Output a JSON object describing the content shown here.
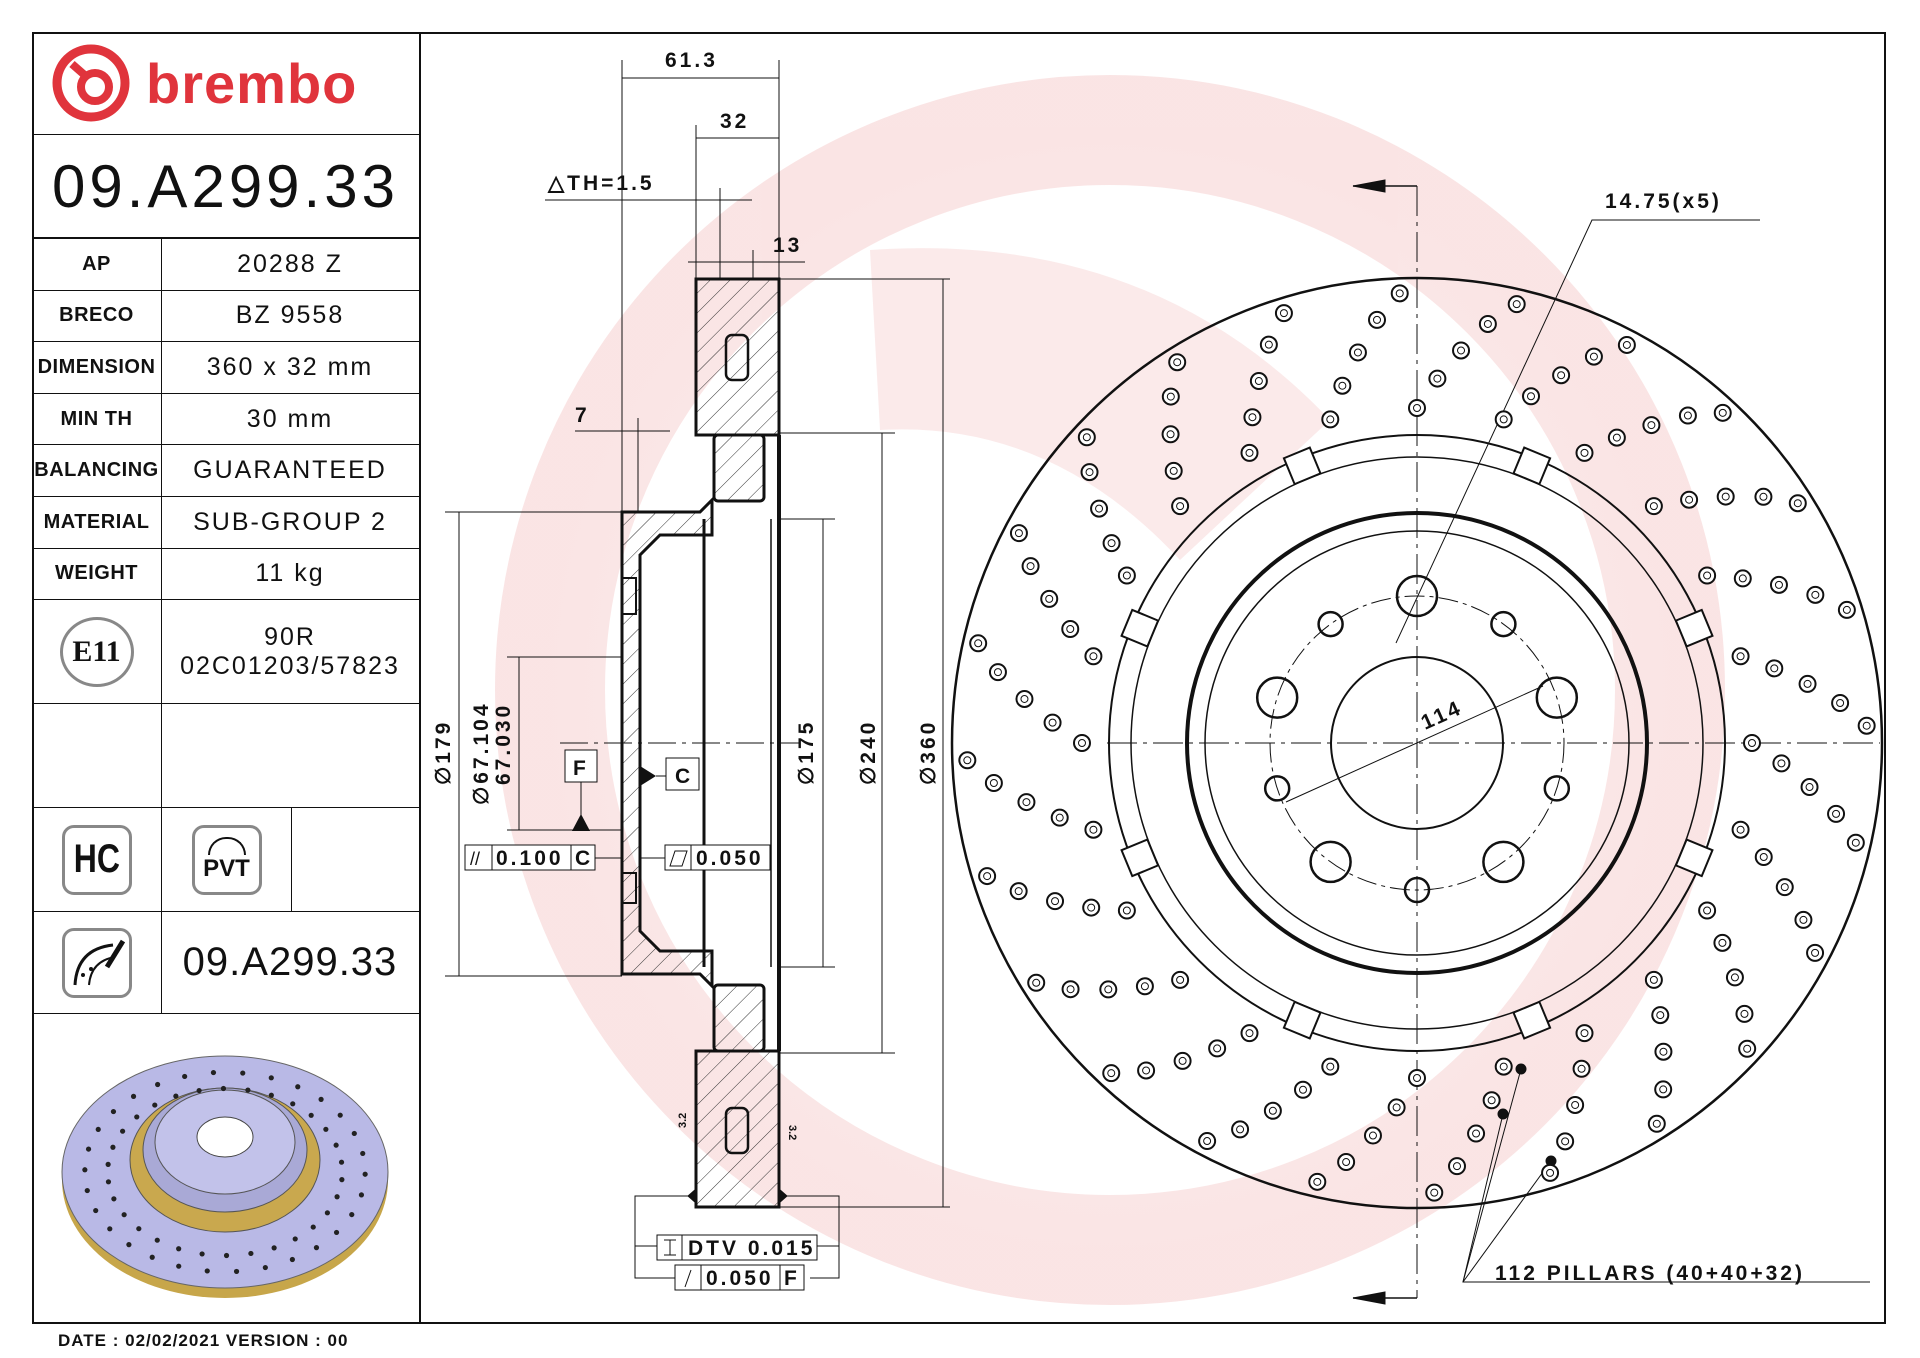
{
  "brand": {
    "name": "brembo",
    "color": "#e0343c"
  },
  "title": {
    "part_number": "09.A299.33"
  },
  "specs": [
    {
      "label": "AP",
      "value": "20288 Z"
    },
    {
      "label": "BRECO",
      "value": "BZ 9558"
    },
    {
      "label": "DIMENSION",
      "value": "360 x 32 mm"
    },
    {
      "label": "MIN TH",
      "value": "30 mm"
    },
    {
      "label": "BALANCING",
      "value": "GUARANTEED"
    },
    {
      "label": "MATERIAL",
      "value": "SUB-GROUP 2"
    },
    {
      "label": "WEIGHT",
      "value": "11 kg"
    }
  ],
  "homologation": {
    "mark": "E11",
    "line1": "90R",
    "line2": "02C01203/57823"
  },
  "badges": {
    "hc": "HC",
    "pvt": "PVT"
  },
  "marking": {
    "part_number": "09.A299.33"
  },
  "footer": {
    "text": "DATE : 02/02/2021 VERSION : 00"
  },
  "section": {
    "overall_width": "61.3",
    "thickness": "32",
    "delta_th": "△TH=1.5",
    "slot_offset": "13",
    "hat_wall": "7",
    "d179": "∅179",
    "d67_max": "∅67.104",
    "d67_min": "67.030",
    "d175": "∅175",
    "d240": "∅240",
    "d360": "∅360",
    "datum_f": "F",
    "datum_c": "C",
    "parallelism_value": "0.100",
    "parallelism_ref": "C",
    "flatness_value": "0.050",
    "roughness_left": "3.2",
    "roughness_right": "3.2",
    "dtv": "DTV 0.015",
    "runout_value": "0.050",
    "runout_ref": "F"
  },
  "front": {
    "hole_note": "14.75(x5)",
    "pcd": "114",
    "pillars_note": "112 PILLARS (40+40+32)"
  }
}
